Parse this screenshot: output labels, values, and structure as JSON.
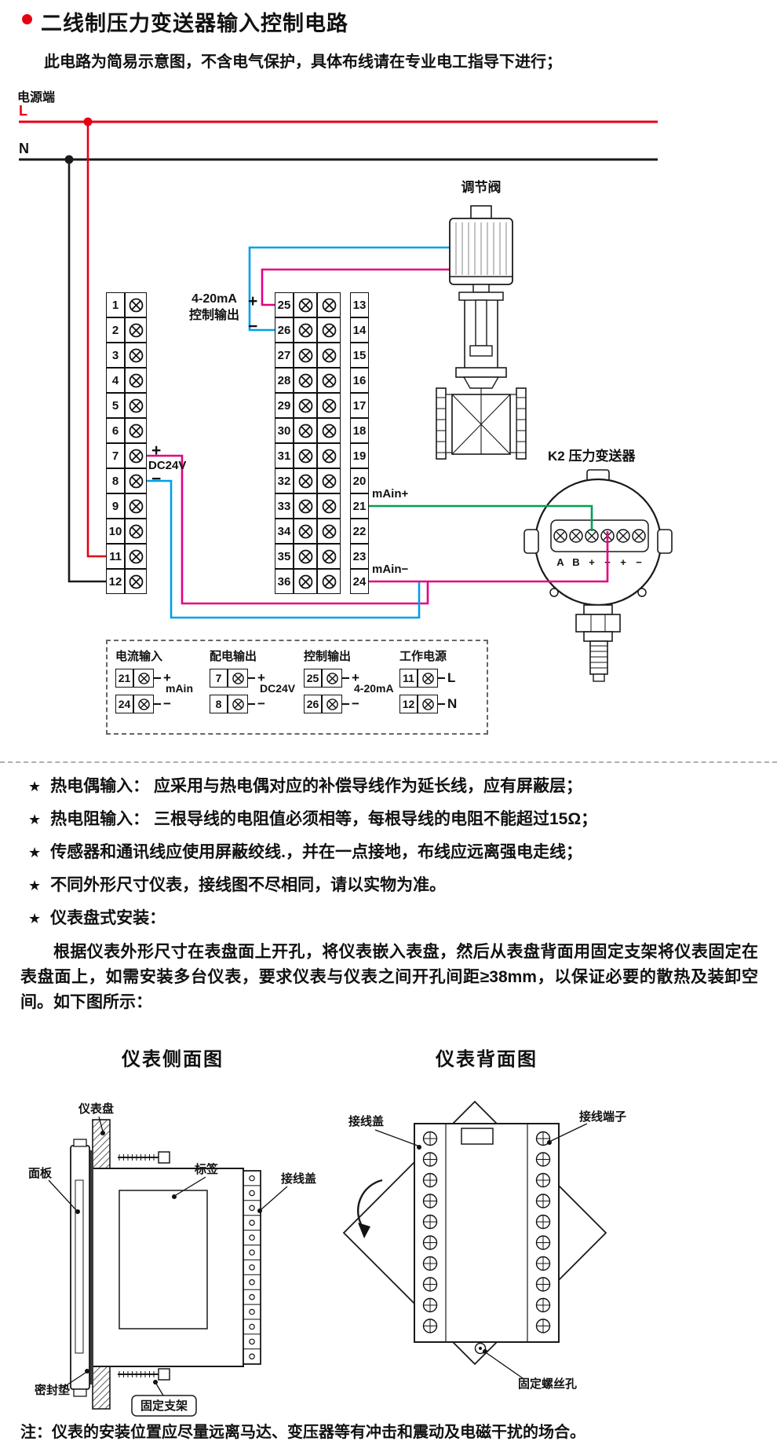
{
  "page": {
    "title": "二线制压力变送器输入控制电路",
    "subtitle": "此电路为简易示意图，不含电气保护，具体布线请在专业电工指导下进行；",
    "bottom_note": "注：仪表的安装位置应尽量远离马达、变压器等有冲击和震动及电磁干扰的场合。"
  },
  "power": {
    "label": "电源端",
    "l": "L",
    "n": "N"
  },
  "terminal_blocks": {
    "left": [
      "1",
      "2",
      "3",
      "4",
      "5",
      "6",
      "7",
      "8",
      "9",
      "10",
      "11",
      "12"
    ],
    "middle_left": [
      "25",
      "26",
      "27",
      "28",
      "29",
      "30",
      "31",
      "32",
      "33",
      "34",
      "35",
      "36"
    ],
    "middle_right": [
      "13",
      "14",
      "15",
      "16",
      "17",
      "18",
      "19",
      "20",
      "21",
      "22",
      "23",
      "24"
    ]
  },
  "diagram_labels": {
    "control_output_line1": "4-20mA",
    "control_output_line2": "控制输出",
    "plus": "+",
    "minus": "−",
    "dc24v": "DC24V",
    "main_plus": "mAin+",
    "main_minus": "mAin−",
    "valve": "调节阀",
    "transmitter": "K2 压力变送器",
    "transmitter_terminals": [
      "A",
      "B",
      "+",
      "−",
      "+",
      "−"
    ]
  },
  "legend": {
    "groups": [
      {
        "title": "电流输入",
        "rows": [
          {
            "num": "21",
            "sign": "+"
          },
          {
            "num": "24",
            "sign": "−"
          }
        ],
        "center_label": "mAin"
      },
      {
        "title": "配电输出",
        "rows": [
          {
            "num": "7",
            "sign": "+"
          },
          {
            "num": "8",
            "sign": "−"
          }
        ],
        "center_label": "DC24V"
      },
      {
        "title": "控制输出",
        "rows": [
          {
            "num": "25",
            "sign": "+"
          },
          {
            "num": "26",
            "sign": "−"
          }
        ],
        "center_label": "4-20mA"
      },
      {
        "title": "工作电源",
        "rows": [
          {
            "num": "11",
            "sign": "L"
          },
          {
            "num": "12",
            "sign": "N"
          }
        ],
        "center_label": ""
      }
    ]
  },
  "notes": {
    "bullet": "★",
    "items": [
      "热电偶输入： 应采用与热电偶对应的补偿导线作为延长线，应有屏蔽层；",
      "热电阻输入： 三根导线的电阻值必须相等，每根导线的电阻不能超过15Ω；",
      "传感器和通讯线应使用屏蔽绞线.，并在一点接地，布线应远离强电走线；",
      "不同外形尺寸仪表，接线图不尽相同，请以实物为准。",
      "仪表盘式安装："
    ]
  },
  "install": {
    "paragraph": "根据仪表外形尺寸在表盘面上开孔，将仪表嵌入表盘，然后从表盘背面用固定支架将仪表固定在表盘面上，如需安装多台仪表，要求仪表与仪表之间开孔间距≥38mm，以保证必要的散热及装卸空间。如下图所示："
  },
  "figures": {
    "side": {
      "title": "仪表侧面图",
      "labels": {
        "panel_board": "仪表盘",
        "front_panel": "面板",
        "tag": "标签",
        "terminal_cover": "接线盖",
        "gasket": "密封垫",
        "bracket": "固定支架"
      }
    },
    "back": {
      "title": "仪表背面图",
      "labels": {
        "terminal_cover": "接线盖",
        "terminals": "接线端子",
        "screw_hole": "固定螺丝孔"
      }
    }
  },
  "colors": {
    "live": "#e60012",
    "neutral": "#1a1a1a",
    "magenta": "#e4007f",
    "cyan": "#00a0e9",
    "green": "#00a051",
    "ink": "#1a1a1a"
  }
}
